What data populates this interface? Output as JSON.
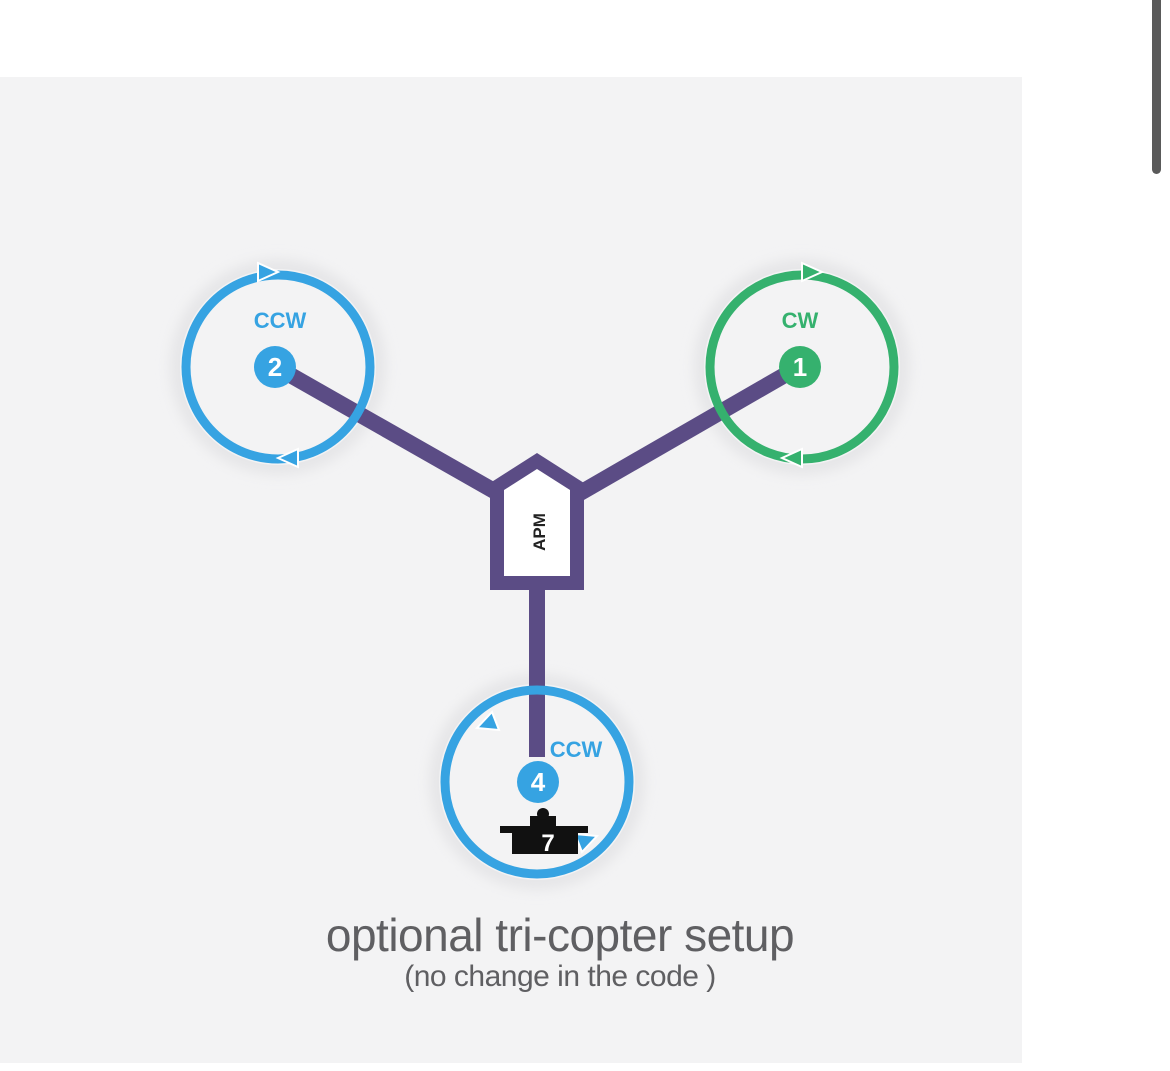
{
  "colors": {
    "ccw": "#36a3e2",
    "cw": "#35b16e",
    "frame": "#5b4c85",
    "servo": "#111111",
    "background": "#f3f3f4",
    "caption": "#5f5f62"
  },
  "controller": {
    "label": "APM"
  },
  "motors": [
    {
      "number": "2",
      "direction": "CCW",
      "position": "front-left"
    },
    {
      "number": "1",
      "direction": "CW",
      "position": "front-right"
    },
    {
      "number": "4",
      "direction": "CCW",
      "position": "rear"
    }
  ],
  "servo": {
    "number": "7",
    "icon": "servo-icon"
  },
  "caption": {
    "title": "optional tri-copter setup",
    "subtitle": "(no change in the code )"
  }
}
